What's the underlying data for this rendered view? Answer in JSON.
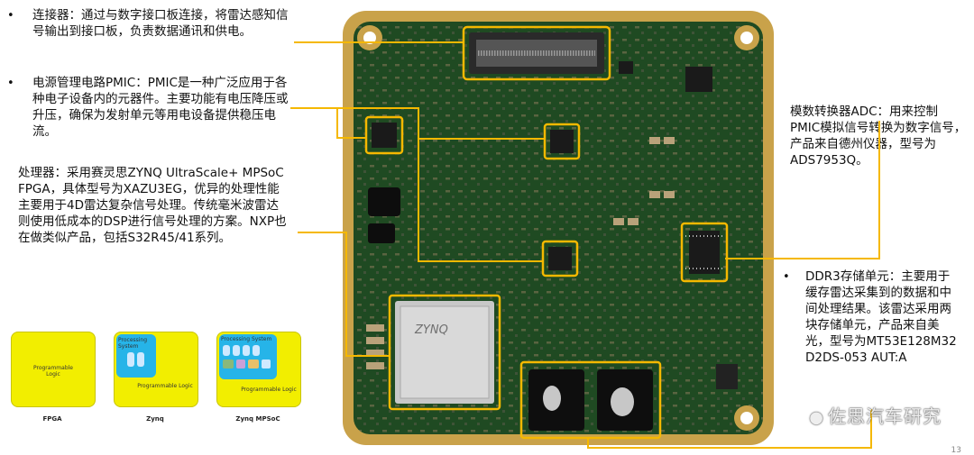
{
  "annotations": {
    "connector": "连接器：通过与数字接口板连接，将雷达感知信号输出到接口板，负责数据通讯和供电。",
    "pmic": "电源管理电路PMIC：PMIC是一种广泛应用于各种电子设备内的元器件。主要功能有电压降压或升压，确保为发射单元等用电设备提供稳压电流。",
    "processor": "处理器：采用赛灵思ZYNQ UltraScale+ MPSoC FPGA，具体型号为XAZU3EG，优异的处理性能主要用于4D雷达复杂信号处理。传统毫米波雷达则使用低成本的DSP进行信号处理的方案。NXP也在做类似产品，包括S32R45/41系列。",
    "adc": "模数转换器ADC：用来控制PMIC模拟信号转换为数字信号，产品来自德州仪器，型号为ADS7953Q。",
    "ddr3": "DDR3存储单元：主要用于缓存雷达采集到的数据和中间处理结果。该雷达采用两块存储单元，产品来自美光，型号为MT53E128M32D2DS-053 AUT:A"
  },
  "arch_diagrams": [
    {
      "caption": "FPGA",
      "labels": [
        "Programmable Logic"
      ]
    },
    {
      "caption": "Zynq",
      "labels": [
        "Processing System",
        "Programmable Logic"
      ]
    },
    {
      "caption": "Zynq MPSoC",
      "labels": [
        "Processing System",
        "Programmable Logic"
      ]
    }
  ],
  "chip_marking": "ZYNQ",
  "watermark": "佐思汽车研究",
  "page_number": "13",
  "colors": {
    "highlight": "#f5b800",
    "pcb": "#1f4a22",
    "gold": "#c9a24a",
    "diagram_fill": "#f2ee00",
    "ps_fill": "#26b4e8"
  }
}
